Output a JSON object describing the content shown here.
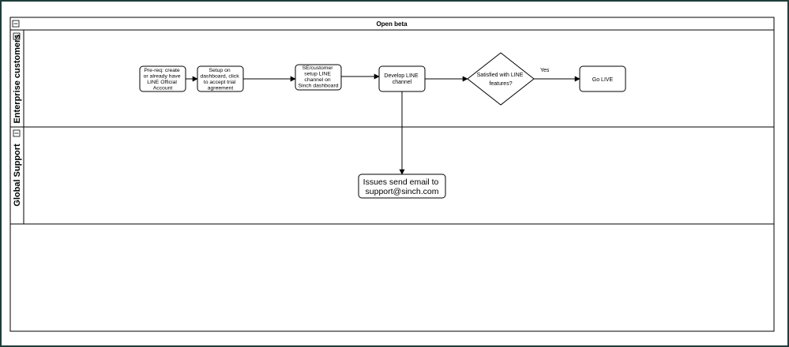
{
  "pool": {
    "title": "Open beta",
    "collapse_icon": "minus-box-icon"
  },
  "lanes": [
    {
      "label": "Enterprise customers",
      "collapse_icon": "minus-box-icon"
    },
    {
      "label": "Global Support",
      "collapse_icon": "minus-box-icon"
    }
  ],
  "nodes": {
    "prereq": [
      "Pre-req: create",
      "or already have",
      "LINE Official",
      "Account"
    ],
    "setup": [
      "Setup on",
      "dashboard, click",
      "to accept trial",
      "agreement"
    ],
    "se_customer": [
      "SE/customer",
      "setup LINE",
      "channel on",
      "Sinch dashboard"
    ],
    "develop": [
      "Develop LINE",
      "channel"
    ],
    "decision": [
      "Satisfied with  LINE",
      "features?"
    ],
    "golive": [
      "Go LIVE"
    ],
    "issues": [
      "Issues send email to",
      "support@sinch.com"
    ]
  },
  "edges": {
    "yes_label": "Yes"
  },
  "colors": {
    "line": "#000000",
    "frame": "#1e3d3a"
  }
}
